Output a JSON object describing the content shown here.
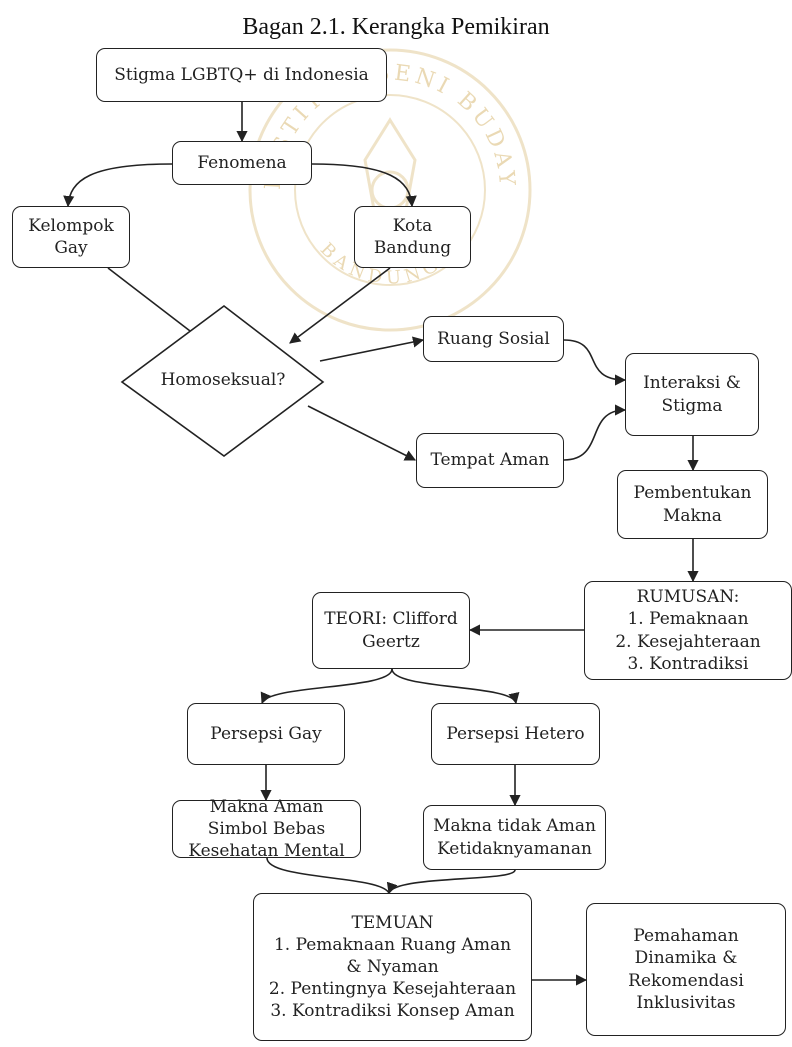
{
  "title": "Bagan 2.1. Kerangka Pemikiran",
  "nodes": {
    "stigma": "Stigma LGBTQ+ di Indonesia",
    "fenomena": "Fenomena",
    "kelompok_gay": "Kelompok\nGay",
    "kota_bandung": "Kota\nBandung",
    "homoseksual": "Homoseksual?",
    "ruang_sosial": "Ruang Sosial",
    "tempat_aman": "Tempat Aman",
    "interaksi": "Interaksi &\nStigma",
    "pembentukan": "Pembentukan\nMakna",
    "rumusan": "RUMUSAN:\n1. Pemaknaan\n2. Kesejahteraan\n3. Kontradiksi",
    "teori": "TEORI: Clifford\nGeertz",
    "persepsi_gay": "Persepsi Gay",
    "persepsi_hetero": "Persepsi Hetero",
    "makna_aman": "Makna Aman\nSimbol Bebas\nKesehatan Mental",
    "makna_tidak_aman": "Makna tidak Aman\nKetidaknyamanan",
    "temuan": "TEMUAN\n1. Pemaknaan Ruang Aman\n& Nyaman\n2. Pentingnya Kesejahteraan\n3. Kontradiksi Konsep Aman",
    "pemahaman": "Pemahaman\nDinamika &\nRekomendasi\nInklusivitas"
  },
  "watermark": {
    "text": "INSTITUT SENI BUDAYA INDONESIA",
    "text_bottom": "BANDUNG",
    "color": "#ead9b4"
  }
}
